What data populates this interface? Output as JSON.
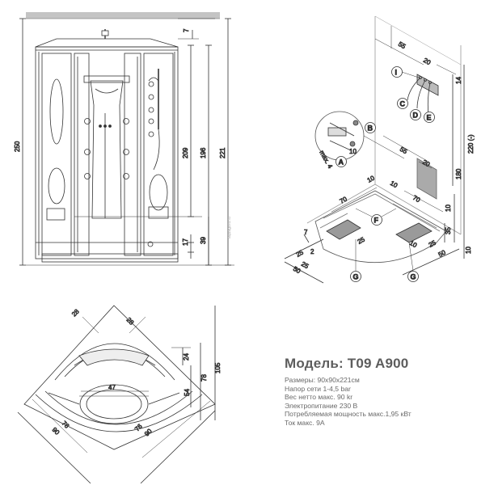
{
  "front_view": {
    "dims": {
      "d7": "7",
      "d209": "209",
      "d196": "196",
      "d221": "221",
      "d250": "250",
      "d39": "39",
      "d17": "17"
    }
  },
  "iso_view": {
    "dims": {
      "d55a": "55",
      "d20a": "20",
      "d14": "14",
      "d220": "220 (-)",
      "d180": "180",
      "d55b": "55",
      "d20b": "20",
      "d10a": "10",
      "d10b": "10",
      "d70a": "70",
      "d70b": "70",
      "d10c": "10",
      "d35": "35",
      "d7b": "7",
      "d25a": "25",
      "d2": "2",
      "d50a": "50",
      "d25b": "25",
      "d50b": "50",
      "d25c": "25",
      "d10d": "10",
      "d25d": "25",
      "d10e": "10",
      "max4": "max. 4",
      "d10f": "10"
    },
    "callouts": [
      "A",
      "B",
      "C",
      "D",
      "E",
      "F",
      "G",
      "G",
      "I"
    ]
  },
  "plan_view": {
    "dims": {
      "d28a": "28",
      "d28b": "28",
      "d24": "24",
      "d78": "78",
      "d105": "105",
      "d47": "47",
      "d54": "54",
      "d76a": "76",
      "d76b": "76",
      "d90a": "90",
      "d90b": "90"
    }
  },
  "specs": {
    "model": "Модель: T09 A900",
    "lines": [
      "Размеры: 90х90х221см",
      "Напор сети 1-4,5 bar",
      "Вес нетто макс. 90 kr",
      "Электропитание 230 В",
      "Потребляемая мощность макс.1,95 кВт",
      "Ток макс. 9А"
    ]
  },
  "watermark": "aquaguru.ru"
}
